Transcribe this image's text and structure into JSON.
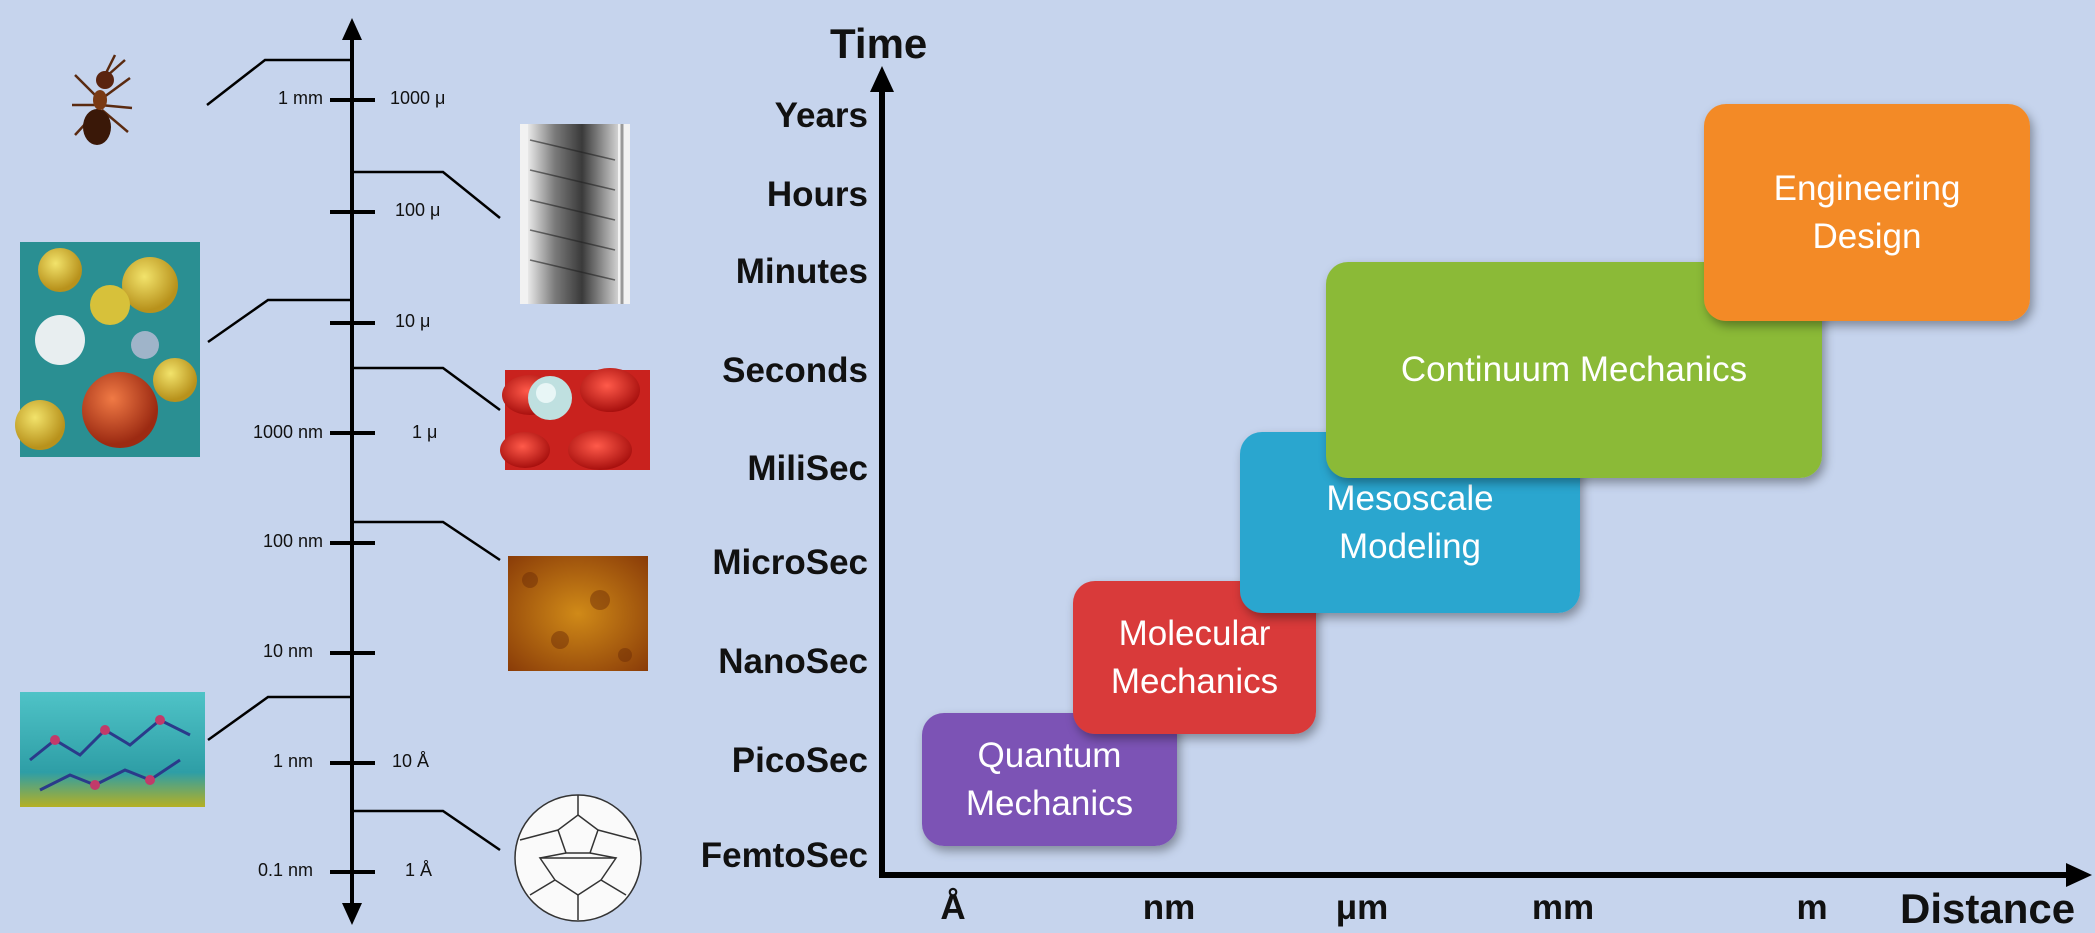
{
  "length_scale": {
    "left_labels": [
      "1 mm",
      "1000 nm",
      "100 nm",
      "10 nm",
      "1 nm",
      "0.1 nm"
    ],
    "right_labels": [
      "1000 μ",
      "100 μ",
      "10 μ",
      "1 μ",
      "10 Å",
      "1 Å"
    ],
    "images": [
      "ant-image",
      "fiber-sem-image",
      "pollen-image",
      "blood-cells-image",
      "nano-film-image",
      "molecular-chains-image",
      "fullerene-image"
    ]
  },
  "chart": {
    "y_axis_title": "Time",
    "x_axis_title": "Distance",
    "time_labels": [
      "Years",
      "Hours",
      "Minutes",
      "Seconds",
      "MiliSec",
      "MicroSec",
      "NanoSec",
      "PicoSec",
      "FemtoSec"
    ],
    "distance_labels": [
      "Å",
      "nm",
      "μm",
      "mm",
      "m"
    ],
    "boxes": [
      {
        "label": "Quantum\nMechanics",
        "color": "#7c53b5"
      },
      {
        "label": "Molecular\nMechanics",
        "color": "#d93a3a"
      },
      {
        "label": "Mesoscale\nModeling",
        "color": "#2aa6cf"
      },
      {
        "label": "Continuum Mechanics",
        "color": "#8bba37"
      },
      {
        "label": "Engineering\nDesign",
        "color": "#f38a26"
      }
    ]
  },
  "colors": {
    "background": "#c6d4ed",
    "axis": "#000000"
  }
}
